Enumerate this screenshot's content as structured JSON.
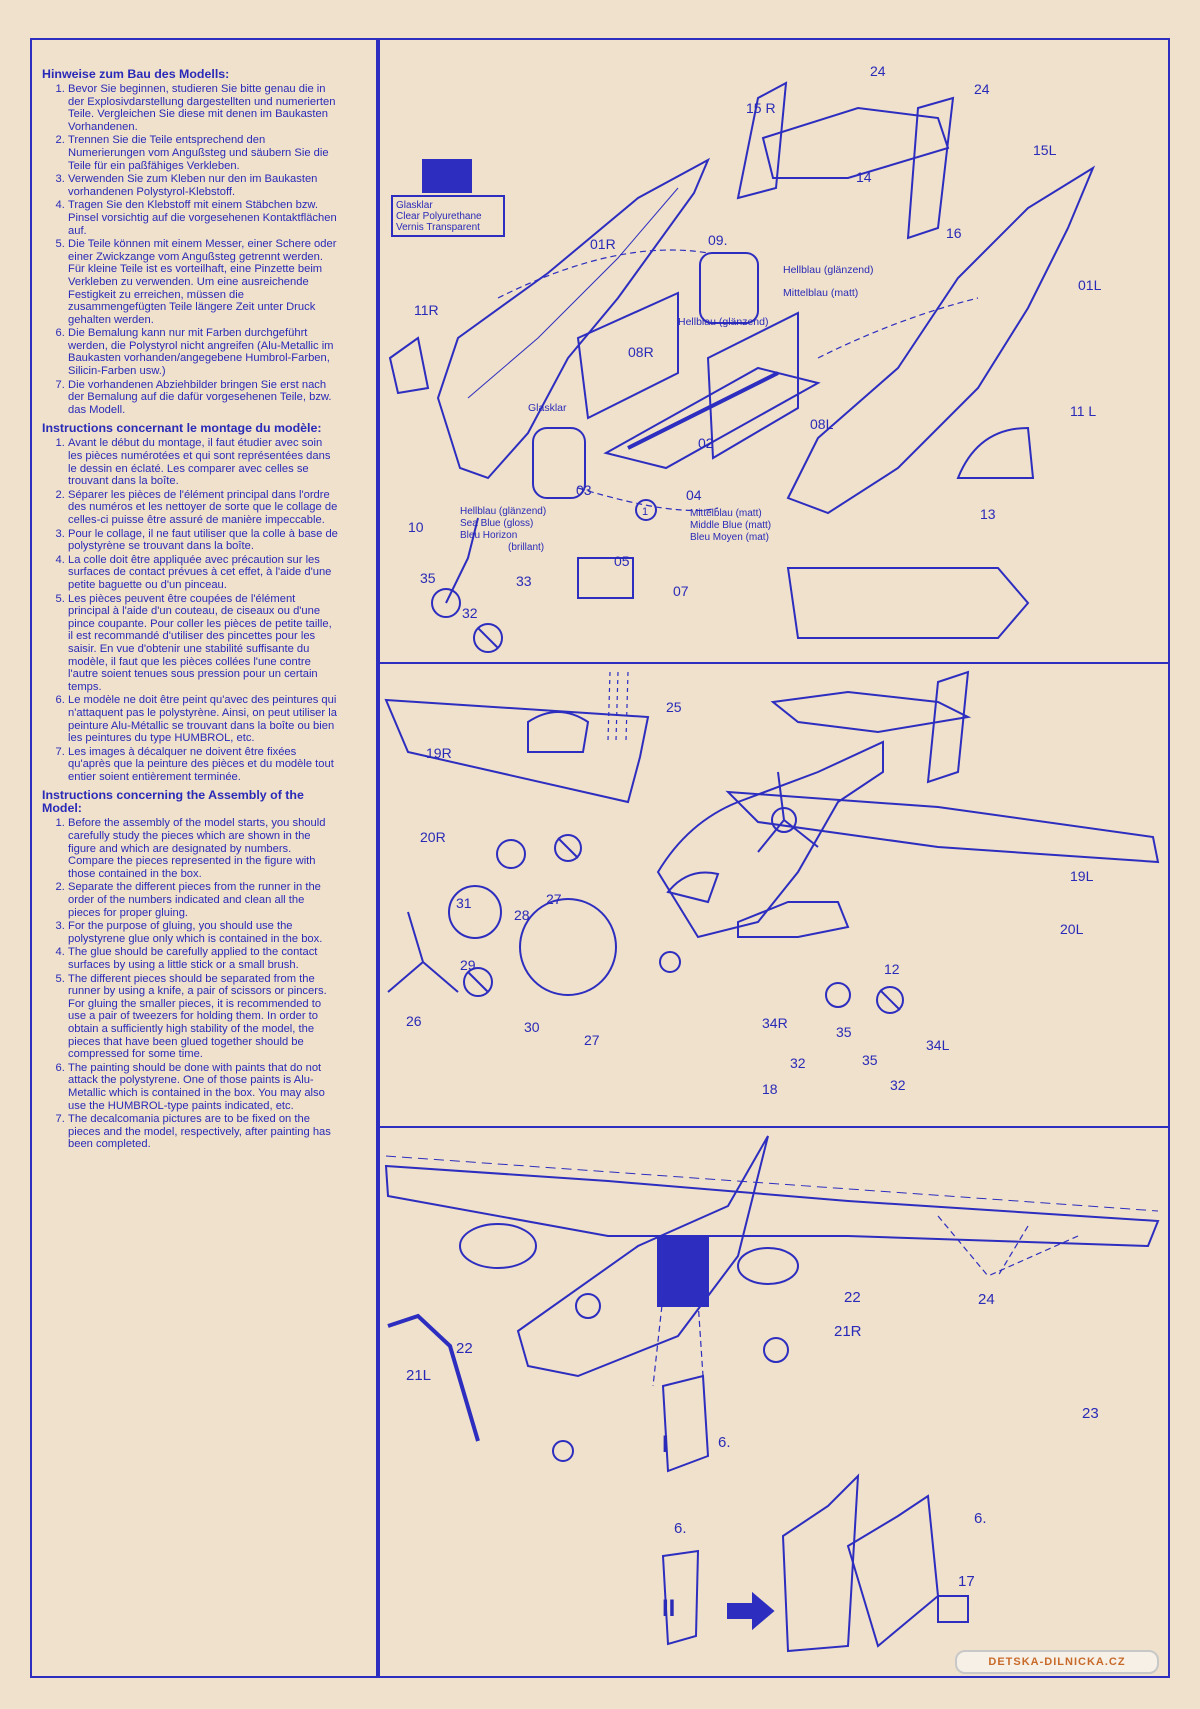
{
  "german": {
    "title": "Hinweise zum Bau des Modells:",
    "items": [
      "Bevor Sie beginnen, studieren Sie bitte genau die in der Explosivdarstellung dargestellten und numerierten Teile. Vergleichen Sie diese mit denen im Baukasten Vorhandenen.",
      "Trennen Sie die Teile entsprechend den Numerierungen vom Angußsteg und säubern Sie die Teile für ein paßfähiges Verkleben.",
      "Verwenden Sie zum Kleben nur den im Baukasten vorhandenen Polystyrol-Klebstoff.",
      "Tragen Sie den Klebstoff mit einem Stäbchen bzw. Pinsel vorsichtig auf die vorgesehenen Kontaktflächen auf.",
      "Die Teile können mit einem Messer, einer Schere oder einer Zwickzange vom Angußsteg getrennt werden. Für kleine Teile ist es vorteilhaft, eine Pinzette beim Verkleben zu verwenden. Um eine ausreichende Festigkeit zu erreichen, müssen die zusammengefügten Teile längere Zeit unter Druck gehalten werden.",
      "Die Bemalung kann nur mit Farben durchgeführt werden, die Polystyrol nicht angreifen (Alu-Metallic im Baukasten vorhanden/angegebene Humbrol-Farben, Silicin-Farben usw.)",
      "Die vorhandenen Abziehbilder bringen Sie erst nach der Bemalung auf die dafür vorgesehenen Teile, bzw. das Modell."
    ]
  },
  "french": {
    "title": "Instructions concernant le montage du modèle:",
    "items": [
      "Avant le début du montage, il faut étudier avec soin les pièces numérotées et qui sont représentées dans le dessin en éclaté. Les comparer avec celles se trouvant dans la boîte.",
      "Séparer les pièces de l'élément principal dans l'ordre des numéros et les nettoyer de sorte que le collage de celles-ci puisse être assuré de manière impeccable.",
      "Pour le collage, il ne faut utiliser que la colle à base de polystyrène se trouvant dans la boîte.",
      "La colle doit être appliquée avec précaution sur les surfaces de contact prévues à cet effet, à l'aide d'une petite baguette ou d'un pinceau.",
      "Les pièces peuvent être coupées de l'élément principal à l'aide d'un couteau, de ciseaux ou d'une pince coupante. Pour coller les pièces de petite taille, il est recommandé d'utiliser des pincettes pour les saisir. En vue d'obtenir une stabilité suffisante du modèle, il faut que les pièces collées l'une contre l'autre soient tenues sous pression pour un certain temps.",
      "Le modèle ne doit être peint qu'avec des peintures qui n'attaquent pas le polystyrène. Ainsi, on peut utiliser la peinture Alu-Métallic se trouvant dans la boîte ou bien les peintures du type HUMBROL, etc.",
      "Les images à décalquer ne doivent être fixées qu'après que la peinture des pièces et du modèle tout entier soient entièrement terminée."
    ]
  },
  "english": {
    "title": "Instructions concerning the Assembly of the Model:",
    "items": [
      "Before the assembly of the model starts, you should carefully study the pieces which are shown in the figure and which are designated by numbers. Compare the pieces represented in the figure with those contained in the box.",
      "Separate the different pieces from the runner in the order of the numbers indicated and clean all the pieces for proper gluing.",
      "For the purpose of gluing, you should use the polystyrene glue only which is contained in the box.",
      "The glue should be carefully applied to the contact surfaces by using a little stick or a small brush.",
      "The different pieces should be separated from the runner by using a knife, a pair of scissors or pincers. For gluing the smaller pieces, it is recommended to use a pair of tweezers for holding them. In order to obtain a sufficiently high stability of the model, the pieces that have been glued together should be compressed for some time.",
      "The painting should be done with paints that do not attack the polystyrene. One of those paints is Alu-Metallic which is contained in the box. You may also use the HUMBROL-type paints indicated, etc.",
      "The decalcomania pictures are to be fixed on the pieces and the model, respectively, after painting has been completed."
    ]
  },
  "paint_legends": {
    "clear": [
      "Glasklar",
      "Clear Polyurethane",
      "Vernis Transparent"
    ],
    "hellblau_glanzend": "Hellblau (glänzend)",
    "mittelblau_matt": "Mittelblau (matt)",
    "glasklar": "Glasklar",
    "sea_blue": [
      "Hellblau (glänzend)",
      "Sea Blue (gloss)",
      "Bleu Horizon",
      "(brillant)"
    ],
    "middle_blue": [
      "Mittelblau (matt)",
      "Middle Blue (matt)",
      "Bleu Moyen (mat)"
    ]
  },
  "panel1_parts": [
    "15 R",
    "24",
    "24",
    "15L",
    "14",
    "16",
    "01R",
    "09.",
    "01L",
    "11R",
    "08R",
    "08L",
    "11 L",
    "02",
    "03",
    "04",
    "1",
    "05",
    "07",
    "10",
    "35",
    "33",
    "32",
    "13"
  ],
  "panel2_parts": [
    "25",
    "19R",
    "20R",
    "19L",
    "20L",
    "31",
    "28",
    "27",
    "29",
    "30",
    "26",
    "27",
    "12",
    "34R",
    "35",
    "34L",
    "32",
    "35",
    "32",
    "18"
  ],
  "panel3_parts": [
    "22",
    "21L",
    "22",
    "21R",
    "24",
    "23",
    "6.",
    "I",
    "II",
    "6.",
    "6.",
    "17"
  ],
  "watermark": "DETSKA-DILNICKA.CZ",
  "colors": {
    "ink": "#2a2ab8",
    "paper": "#efe1cb",
    "swatch": "#2d2dc0"
  }
}
